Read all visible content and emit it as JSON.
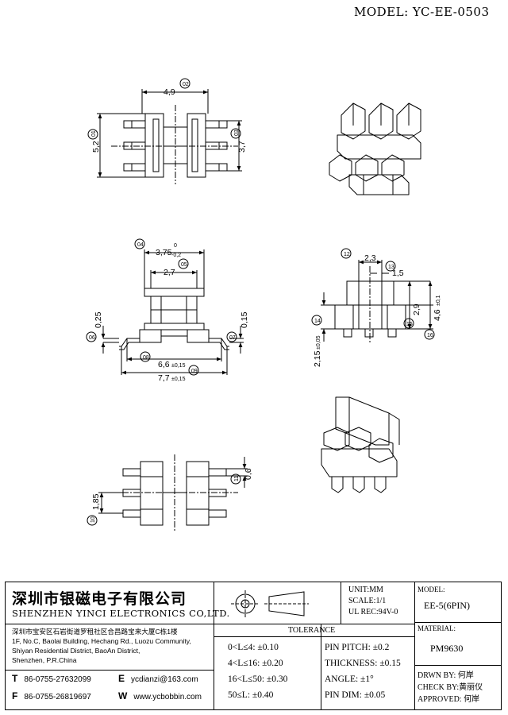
{
  "model_title": "MODEL: YC-EE-0503",
  "dimensions": {
    "d49": "4,9",
    "n02": "02",
    "d52": "5,2",
    "n01": "01",
    "d37": "3,7",
    "n03": "03",
    "d375": "3,75",
    "tol375": "0",
    "tol375b": "-0,2",
    "n04": "04",
    "d27": "2,7",
    "n05": "05",
    "d025": "0,25",
    "n06": "06",
    "d015": "0,15",
    "n07": "07",
    "d66": "6,6",
    "tol66": "±0,15",
    "n08": "08",
    "d77": "7,7",
    "tol77": "±0,15",
    "n09": "09",
    "d06": "0,6",
    "n11": "11",
    "d185": "1,85",
    "n10": "10",
    "d23": "2,3",
    "n12": "12",
    "d15": "1,5",
    "n13": "13",
    "d29": "2,9",
    "n15": "15",
    "d46": "4,6",
    "tol46": "±0,1",
    "n16": "16",
    "d215": "2,15",
    "tol215": "±0,05",
    "n14": "14"
  },
  "company": {
    "name_cn": "深圳市银磁电子有限公司",
    "name_en": "SHENZHEN YINCI ELECTRONICS CO,LTD.",
    "addr_cn": "深圳市宝安区石岩街道罗租社区合昌路宝来大厦C栋1楼",
    "addr_en1": "1F, No.C, Baolai Building, Hechang Rd., Luozu Community,",
    "addr_en2": "Shiyan Residential District, BaoAn District,",
    "addr_en3": "Shenzhen, P.R.China",
    "t_label": "T",
    "t_value": "86-0755-27632099",
    "f_label": "F",
    "f_value": "86-0755-26819697",
    "e_label": "E",
    "e_value": "ycdianzi@163.com",
    "w_label": "W",
    "w_value": "www.ycbobbin.com"
  },
  "info": {
    "unit": "UNIT:MM",
    "scale": "SCALE:1/1",
    "ul": "UL REC:94V-0",
    "tolerance_title": "TOLERANCE",
    "tol1": "0<L≤4: ±0.10",
    "tol2": "4<L≤16: ±0.20",
    "tol3": "16<L≤50: ±0.30",
    "tol4": "50≤L: ±0.40",
    "tol5": "PIN PITCH: ±0.2",
    "tol6": "THICKNESS: ±0.15",
    "tol7": "ANGLE: ±1°",
    "tol8": "PIN DIM: ±0.05"
  },
  "model_block": {
    "model_label": "MODEL:",
    "model_value": "EE-5(6PIN)",
    "material_label": "MATERIAL:",
    "material_value": "PM9630",
    "drwn": "DRWN BY: 何岸",
    "check": "CHECK BY:黄丽仪",
    "approved": "APPROVED: 何岸"
  }
}
